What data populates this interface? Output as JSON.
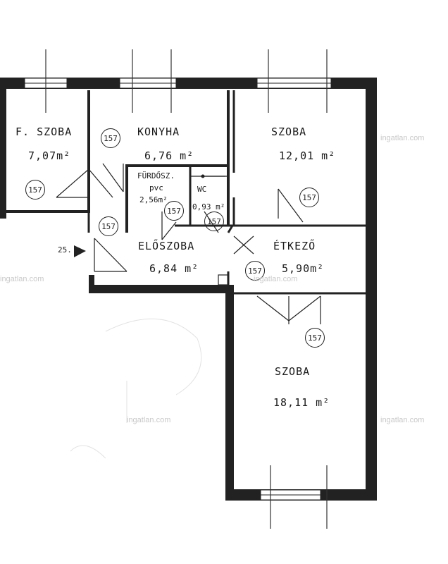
{
  "rooms": [
    {
      "id": "f-szoba",
      "name": "F. SZOBA",
      "area": "7,07m²"
    },
    {
      "id": "konyha",
      "name": "KONYHA",
      "area": "6,76 m²"
    },
    {
      "id": "szoba-1",
      "name": "SZOBA",
      "area": "12,01 m²"
    },
    {
      "id": "furdo",
      "name": "FÜRDŐSZ.",
      "subtitle": "pvc",
      "area": "2,56m²"
    },
    {
      "id": "wc",
      "name": "WC",
      "area": "0,93 m²"
    },
    {
      "id": "eloszoba",
      "name": "ELŐSZOBA",
      "area": "6,84 m²"
    },
    {
      "id": "etkezo",
      "name": "ÉTKEZŐ",
      "area": "5,90m²"
    },
    {
      "id": "szoba-2",
      "name": "SZOBA",
      "area": "18,11 m²"
    }
  ],
  "height_markers": [
    "157",
    "157",
    "157",
    "157",
    "157",
    "157",
    "157",
    "157"
  ],
  "entrance_label": "25.",
  "watermark": "ingatlan.com",
  "colors": {
    "wall": "#222222",
    "line": "#333333",
    "window": "#ffffff"
  }
}
